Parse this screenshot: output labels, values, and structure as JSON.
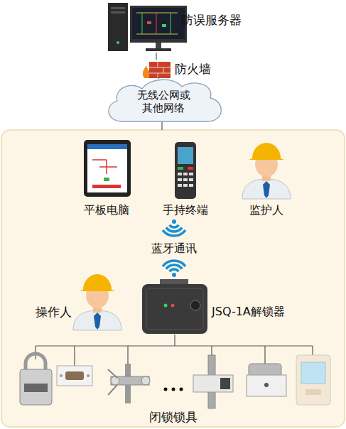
{
  "diagram": {
    "nodes": [
      {
        "text": [
          "防误服务器"
        ]
      },
      {
        "text": [
          "防火墙"
        ]
      },
      {
        "text": [
          "无线公网或 其他网络"
        ]
      },
      {
        "text": [
          "平板电脑"
        ]
      },
      {
        "text": [
          "手持终端"
        ]
      },
      {
        "text": [
          "监护人"
        ]
      },
      {
        "text": [
          "操作人"
        ]
      },
      {
        "text": [
          "JSQ-1A解锁器"
        ]
      },
      {
        "text": [
          "闭锁锁具"
        ]
      }
    ],
    "edges": [
      {
        "from": 0,
        "to": 1,
        "arrow": "none"
      },
      {
        "from": 1,
        "to": 2,
        "arrow": "none"
      },
      {
        "from": 7,
        "to": 8,
        "arrow": "none"
      }
    ],
    "labels": [
      "蓝牙通讯"
    ]
  }
}
